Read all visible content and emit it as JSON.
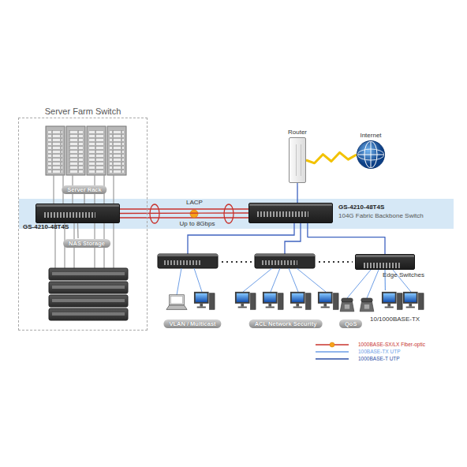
{
  "diagram": {
    "nodes": [
      {
        "text": [
          "Server Farm Switch"
        ]
      },
      {
        "text": [
          "Server Rack"
        ],
        "in": 0
      },
      {
        "text": [
          "GS-4210-48T4S"
        ],
        "in": 0
      },
      {
        "text": [
          "NAS Storage"
        ],
        "in": 0
      },
      {
        "text": [
          "Router"
        ]
      },
      {
        "text": [
          "Internet"
        ]
      },
      {
        "text": [
          "GS-4210-48T4S",
          "104G Fabric Backbone Switch"
        ]
      },
      {
        "text": [
          "Edge Switches"
        ]
      },
      {
        "text": [
          "VLAN / Multicast"
        ]
      },
      {
        "text": [
          "ACL Network Security"
        ]
      },
      {
        "text": [
          "QoS"
        ]
      }
    ],
    "edges": [
      {
        "from": 1,
        "to": 2,
        "arrow": "none"
      },
      {
        "from": 2,
        "to": 3,
        "arrow": "none"
      },
      {
        "from": 2,
        "to": 6,
        "label": "LACP",
        "arrow": "none"
      },
      {
        "from": 4,
        "to": 6,
        "arrow": "none"
      },
      {
        "from": 4,
        "to": 5,
        "arrow": "none"
      },
      {
        "from": 6,
        "to": 7,
        "arrow": "none"
      },
      {
        "from": 7,
        "to": 10,
        "arrow": "none"
      }
    ],
    "labels": [
      "Up to 8Gbps",
      "10/1000BASE-TX"
    ],
    "legend": [
      {
        "text": "1000BASE-SX/LX Fiber-optic"
      },
      {
        "text": "100BASE-TX UTP"
      },
      {
        "text": "1000BASE-T UTP"
      }
    ]
  }
}
